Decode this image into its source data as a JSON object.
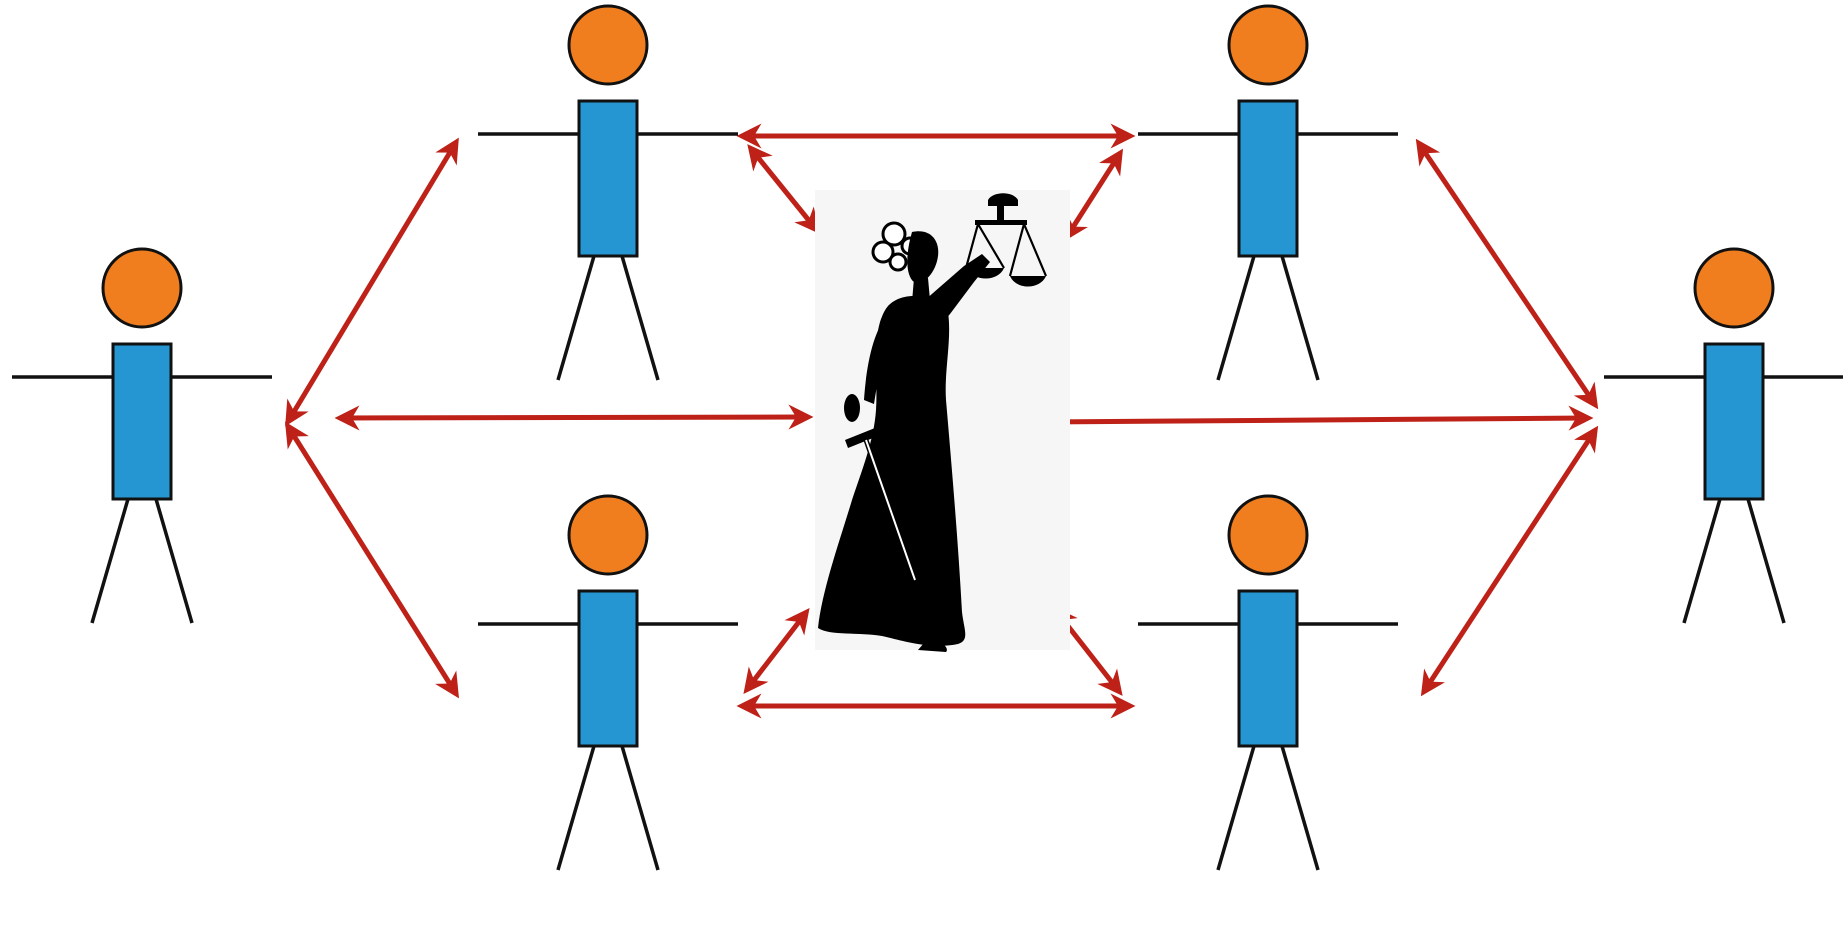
{
  "diagram": {
    "type": "network",
    "nodes": [
      {
        "id": "person-left",
        "kind": "stick-figure"
      },
      {
        "id": "person-top-left",
        "kind": "stick-figure"
      },
      {
        "id": "person-top-right",
        "kind": "stick-figure"
      },
      {
        "id": "person-right",
        "kind": "stick-figure"
      },
      {
        "id": "person-bottom-left",
        "kind": "stick-figure"
      },
      {
        "id": "person-bottom-right",
        "kind": "stick-figure"
      },
      {
        "id": "lady-justice",
        "kind": "silhouette",
        "icon": "lady-justice-icon"
      }
    ],
    "edges": [
      {
        "from": "person-left",
        "to": "person-top-left",
        "direction": "both"
      },
      {
        "from": "person-left",
        "to": "person-bottom-left",
        "direction": "both"
      },
      {
        "from": "person-left",
        "to": "lady-justice",
        "direction": "both"
      },
      {
        "from": "person-top-left",
        "to": "person-top-right",
        "direction": "both"
      },
      {
        "from": "person-bottom-left",
        "to": "person-bottom-right",
        "direction": "both"
      },
      {
        "from": "person-top-left",
        "to": "lady-justice",
        "direction": "both"
      },
      {
        "from": "person-top-right",
        "to": "lady-justice",
        "direction": "both"
      },
      {
        "from": "person-bottom-left",
        "to": "lady-justice",
        "direction": "both"
      },
      {
        "from": "person-bottom-right",
        "to": "lady-justice",
        "direction": "both"
      },
      {
        "from": "person-right",
        "to": "lady-justice",
        "direction": "both"
      },
      {
        "from": "person-right",
        "to": "person-top-right",
        "direction": "both"
      },
      {
        "from": "person-right",
        "to": "person-bottom-right",
        "direction": "both"
      }
    ]
  },
  "colors": {
    "head": "#F07D1E",
    "body": "#2596D1",
    "outline": "#111111",
    "arrow": "#BE2117",
    "silhouette": "#000000",
    "background": "#FFFFFF"
  }
}
